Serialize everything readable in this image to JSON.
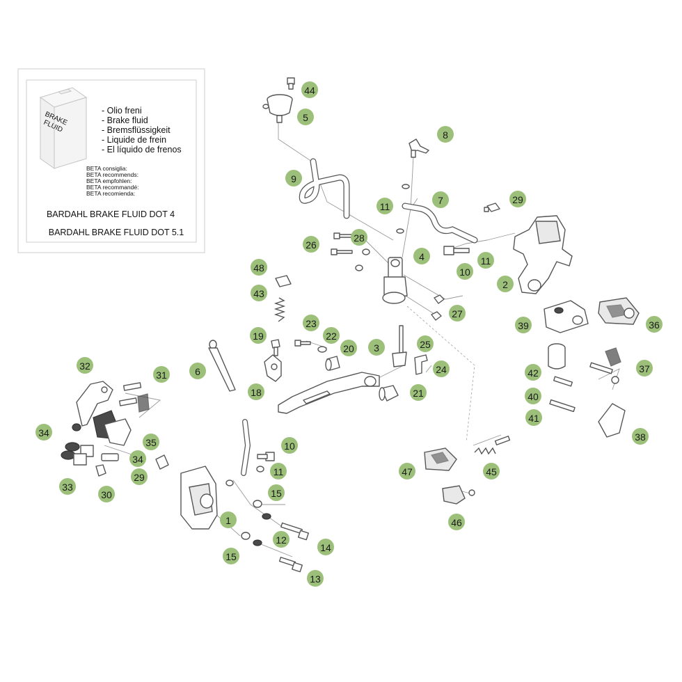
{
  "fluid_box": {
    "bottle_label_line1": "BRAKE",
    "bottle_label_line2": "FLUID",
    "fluid_names": [
      "- Olio freni",
      "- Brake fluid",
      "- Bremsflüssigkeit",
      "- Liquide de frein",
      "- El líquido de frenos"
    ],
    "recommends": [
      "BETA consiglia:",
      "BETA recommends:",
      "BETA empfohlen:",
      "BETA recommandé:",
      "BETA recomienda:"
    ],
    "product_1": "BARDAHL BRAKE FLUID DOT 4",
    "product_2": "BARDAHL BRAKE FLUID DOT 5.1"
  },
  "part_numbers": [
    "44",
    "5",
    "8",
    "9",
    "11",
    "7",
    "29",
    "26",
    "28",
    "4",
    "10",
    "11",
    "2",
    "48",
    "43",
    "27",
    "39",
    "36",
    "23",
    "22",
    "19",
    "20",
    "3",
    "25",
    "6",
    "32",
    "31",
    "18",
    "24",
    "21",
    "42",
    "37",
    "40",
    "41",
    "34",
    "35",
    "38",
    "10",
    "34",
    "11",
    "47",
    "45",
    "29",
    "33",
    "30",
    "15",
    "1",
    "46",
    "12",
    "14",
    "15",
    "13"
  ],
  "colors": {
    "badge": "#9cc07a",
    "line": "#555555"
  }
}
